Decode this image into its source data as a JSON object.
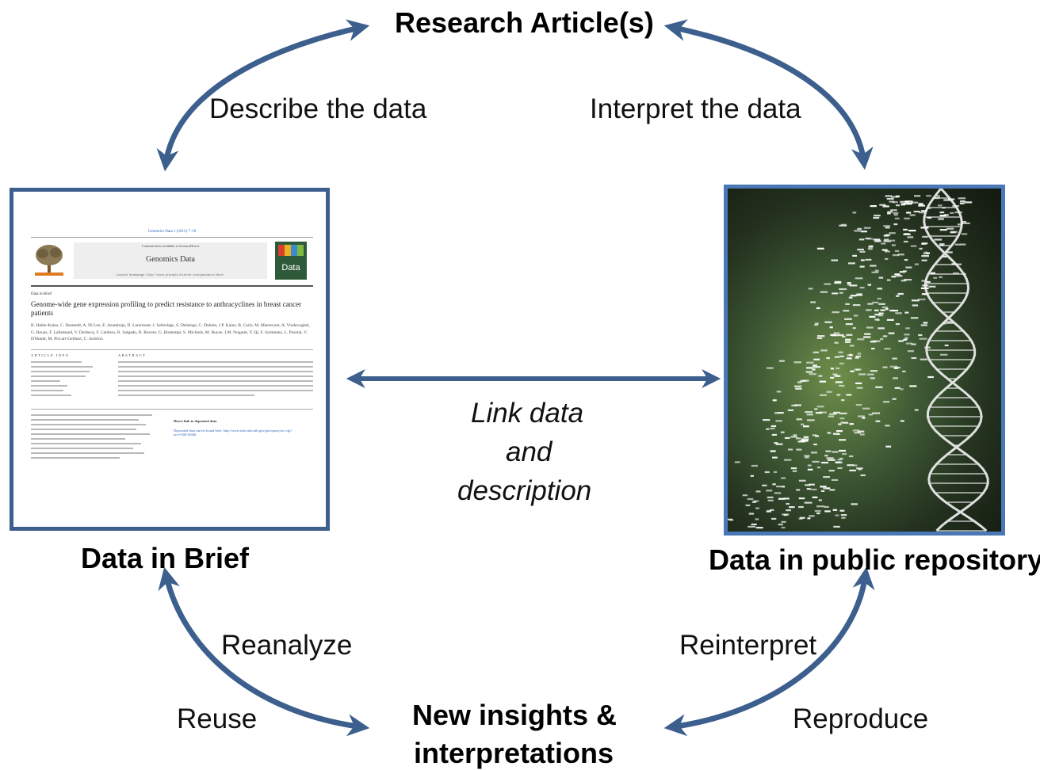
{
  "nodes": {
    "research_articles": "Research Article(s)",
    "data_in_brief": "Data in Brief",
    "data_in_public_repository": "Data in public repository",
    "new_insights_line1": "New insights &",
    "new_insights_line2": "interpretations"
  },
  "edges": {
    "describe": "Describe the data",
    "interpret": "Interpret the data",
    "link_line1": "Link data",
    "link_line2": "and",
    "link_line3": "description",
    "reanalyze": "Reanalyze",
    "reuse": "Reuse",
    "reinterpret": "Reinterpret",
    "reproduce": "Reproduce"
  },
  "document": {
    "journal_ref": "Genomics Data 1 (2013) 7–10",
    "contents_line": "Contents lists available at ScienceDirect",
    "journal_name": "Genomics Data",
    "homepage": "journal homepage: http://www.journals.elsevier.com/genomics-data/",
    "cover_label": "Data",
    "section": "Data in Brief",
    "article_title": "Genome-wide gene expression profiling to predict resistance to anthracyclines in breast cancer patients",
    "authors": "B. Haibe-Kains, C. Desmedt, A. Di Leo, E. Azambuja, D. Larsimont, J. Selleslags, S. Delaloge, C. Duhem, J.P. Kains, B. Carly, M. Maerevoet, A. Vindevoghel, G. Rouas, F. Lallemand, V. Durbecq, F. Cardoso, R. Salgado, R. Rovere, G. Bontempi, S. Michiels, M. Buyse, J.M. Nogaret, Y. Qi, F. Symmans, L. Pusztai, V. D'Hondt, M. Piccart-Gebhart, C. Sotiriou",
    "article_info_heading": "ARTICLE INFO",
    "abstract_heading": "ABSTRACT",
    "direct_link_heading": "Direct link to deposited data",
    "direct_link_text": "Deposited data can be found here: http://www.ncbi.nlm.nih.gov/geo/query/acc.cgi?acc=GSE16446."
  },
  "colors": {
    "arrow": "#3d5f8e",
    "doc_border": "#3d5f8e",
    "image_border": "#4a78b6"
  }
}
